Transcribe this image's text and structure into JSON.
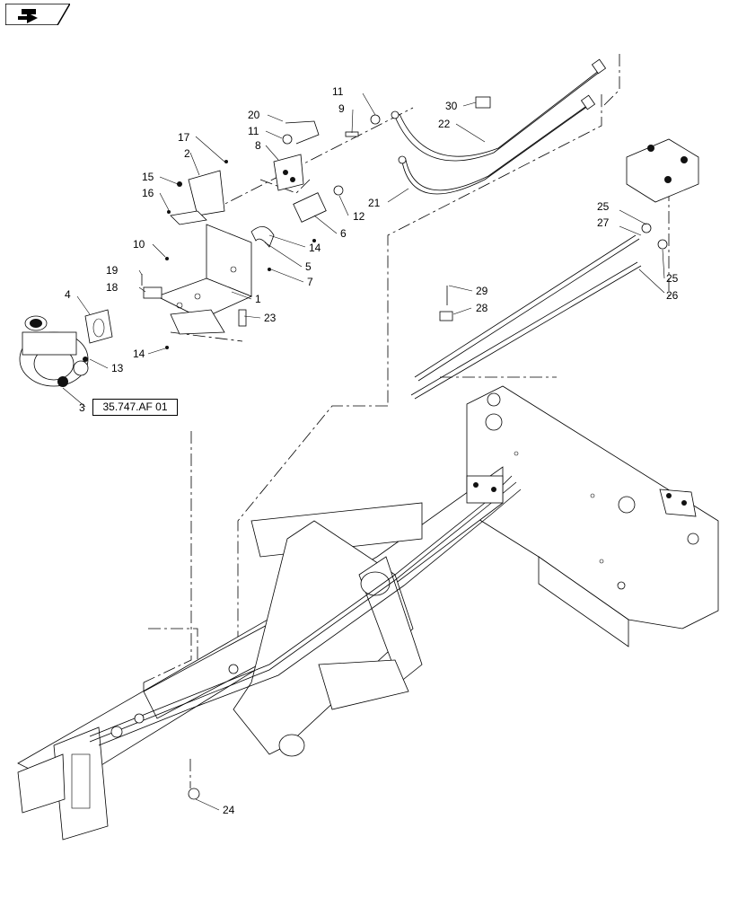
{
  "nav": {
    "icon": "back-arrow-icon"
  },
  "reference": {
    "label": "35.747.AF 01"
  },
  "callouts": [
    {
      "id": "c1",
      "text": "1"
    },
    {
      "id": "c2",
      "text": "2"
    },
    {
      "id": "c3",
      "text": "3"
    },
    {
      "id": "c4",
      "text": "4"
    },
    {
      "id": "c5",
      "text": "5"
    },
    {
      "id": "c6",
      "text": "6"
    },
    {
      "id": "c7",
      "text": "7"
    },
    {
      "id": "c8",
      "text": "8"
    },
    {
      "id": "c9",
      "text": "9"
    },
    {
      "id": "c10",
      "text": "10"
    },
    {
      "id": "c11a",
      "text": "11"
    },
    {
      "id": "c11b",
      "text": "11"
    },
    {
      "id": "c12",
      "text": "12"
    },
    {
      "id": "c13",
      "text": "13"
    },
    {
      "id": "c14a",
      "text": "14"
    },
    {
      "id": "c14b",
      "text": "14"
    },
    {
      "id": "c15",
      "text": "15"
    },
    {
      "id": "c16",
      "text": "16"
    },
    {
      "id": "c17",
      "text": "17"
    },
    {
      "id": "c18",
      "text": "18"
    },
    {
      "id": "c19",
      "text": "19"
    },
    {
      "id": "c20",
      "text": "20"
    },
    {
      "id": "c21",
      "text": "21"
    },
    {
      "id": "c22",
      "text": "22"
    },
    {
      "id": "c23",
      "text": "23"
    },
    {
      "id": "c24",
      "text": "24"
    },
    {
      "id": "c25a",
      "text": "25"
    },
    {
      "id": "c25b",
      "text": "25"
    },
    {
      "id": "c26",
      "text": "26"
    },
    {
      "id": "c27",
      "text": "27"
    },
    {
      "id": "c28",
      "text": "28"
    },
    {
      "id": "c29",
      "text": "29"
    },
    {
      "id": "c30",
      "text": "30"
    }
  ]
}
